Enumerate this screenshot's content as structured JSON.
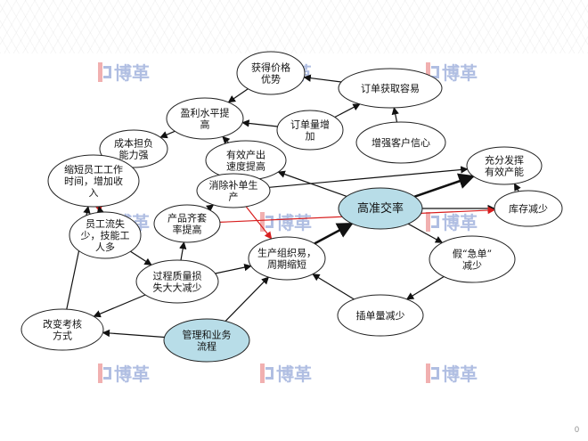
{
  "watermark": {
    "text": "博革"
  },
  "page_number": "0",
  "colors": {
    "node_fill": "#ffffff",
    "node_stroke": "#222222",
    "highlight_fill": "#b8dde8",
    "arrow_black": "#111111",
    "arrow_red": "#d81e1e"
  },
  "nodes": [
    {
      "id": "n1",
      "lines": [
        "获得价格",
        "优势"
      ]
    },
    {
      "id": "n2",
      "lines": [
        "订单获取容易"
      ]
    },
    {
      "id": "n3",
      "lines": [
        "盈利水平提",
        "高"
      ]
    },
    {
      "id": "n4",
      "lines": [
        "订单量增",
        "加"
      ]
    },
    {
      "id": "n5",
      "lines": [
        "成本担负",
        "能力强"
      ]
    },
    {
      "id": "n6",
      "lines": [
        "增强客户信心"
      ]
    },
    {
      "id": "n7",
      "lines": [
        "有效产出",
        "速度提高"
      ]
    },
    {
      "id": "n8",
      "lines": [
        "缩短员工工作",
        "时间，增加收",
        "入"
      ]
    },
    {
      "id": "n9",
      "lines": [
        "充分发挥",
        "有效产能"
      ]
    },
    {
      "id": "n10",
      "lines": [
        "消除补单生",
        "产"
      ]
    },
    {
      "id": "n11",
      "lines": [
        "高准交率"
      ]
    },
    {
      "id": "n12",
      "lines": [
        "库存减少"
      ]
    },
    {
      "id": "n13",
      "lines": [
        "产品齐套",
        "率提高"
      ]
    },
    {
      "id": "n14",
      "lines": [
        "员工流失",
        "少，技能工",
        "人多"
      ]
    },
    {
      "id": "n15",
      "lines": [
        "生产组织易，",
        "周期缩短"
      ]
    },
    {
      "id": "n16",
      "lines": [
        "假“急单”",
        "减少"
      ]
    },
    {
      "id": "n17",
      "lines": [
        "过程质量损",
        "失大大减少"
      ]
    },
    {
      "id": "n18",
      "lines": [
        "插单量减少"
      ]
    },
    {
      "id": "n19",
      "lines": [
        "改变考核",
        "方式"
      ]
    },
    {
      "id": "n20",
      "lines": [
        "管理和业务",
        "流程"
      ]
    }
  ]
}
